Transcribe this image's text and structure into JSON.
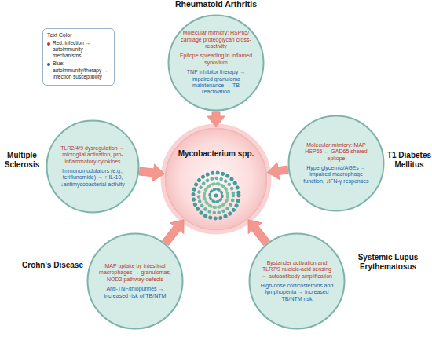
{
  "diagram": {
    "nodes": [
      {
        "text": [
          "Rheumatoid Arthritis",
          "Molecular mimicry: HSP65/ cartilage proteoglycan cross-reactivity",
          "Epitope spreading in inflamed synovium",
          "TNF inhibitor therapy → impaired granuloma maintenance → TB reactivation"
        ]
      },
      {
        "text": [
          "Multiple Sclerosis",
          "TLR2/4/9 dysregulation → microglial activation, pro-inflammatory cytokines",
          "Immunomodulators (e.g., teriflunomide) → ↑ IL-10, ↓antimycobacterial activity"
        ]
      },
      {
        "text": [
          "Mycobacterium spp."
        ]
      },
      {
        "text": [
          "T1 Diabetes Mellitus",
          "Molecular mimicry: MAP HSP65 ↔ GAD65 shared epitope",
          "Hyperglycemia/AGEs → impaired macrophage function, ↓IFN-γ responses"
        ]
      },
      {
        "text": [
          "Crohn's Disease",
          "MAP uptake by intestinal macrophages → granulomas, NOD2 pathway defects",
          "Anti-TNF/thiopurines → increased risk of TB/NTM"
        ]
      },
      {
        "text": [
          "Systemic Lupus Erythematosus",
          "Bystander activation and TLR7/9 nucleic-acid sensing → autoantibody amplification",
          "High-dose corticosteroids and lymphopenia → increased TB/NTM risk"
        ]
      }
    ],
    "edges": [
      {
        "from": 0,
        "to": 2,
        "arrow": "to"
      },
      {
        "from": 1,
        "to": 2,
        "arrow": "to"
      },
      {
        "from": 3,
        "to": 2,
        "arrow": "to"
      },
      {
        "from": 4,
        "to": 2,
        "arrow": "to"
      },
      {
        "from": 5,
        "to": 2,
        "arrow": "to"
      }
    ],
    "labels": [
      "Text Color"
    ],
    "legend": [
      {
        "text": "Red: infection → autoimmunity mechanisms",
        "color": "#c0392b"
      },
      {
        "text": "Blue: autoimmunity/therapy → infection susceptibility",
        "color": "#1f5fa8"
      }
    ]
  }
}
